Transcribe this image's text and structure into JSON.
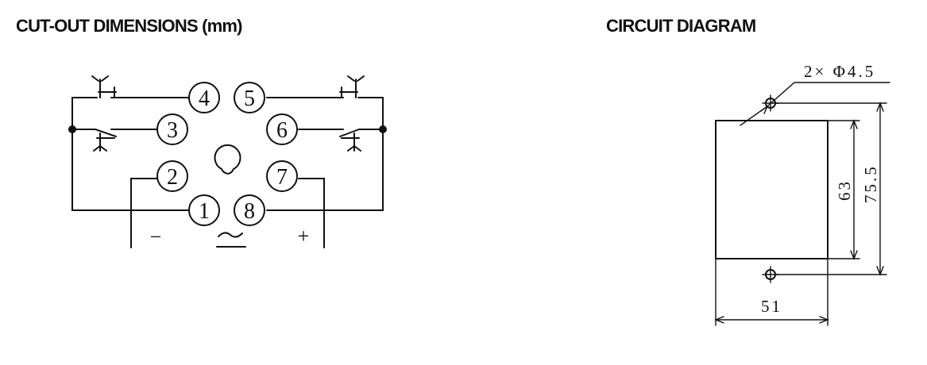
{
  "headings": {
    "left": "CUT-OUT DIMENSIONS (mm)",
    "right": "CIRCUIT DIAGRAM"
  },
  "wiring": {
    "pins": [
      "1",
      "2",
      "3",
      "4",
      "5",
      "6",
      "7",
      "8"
    ],
    "labels": {
      "minus": "−",
      "plus": "+"
    }
  },
  "cutout": {
    "hole_spec": "2× Φ4.5",
    "height_inner": "63",
    "height_outer": "75.5",
    "width": "51"
  },
  "colors": {
    "ink": "#111111",
    "background": "#ffffff"
  }
}
